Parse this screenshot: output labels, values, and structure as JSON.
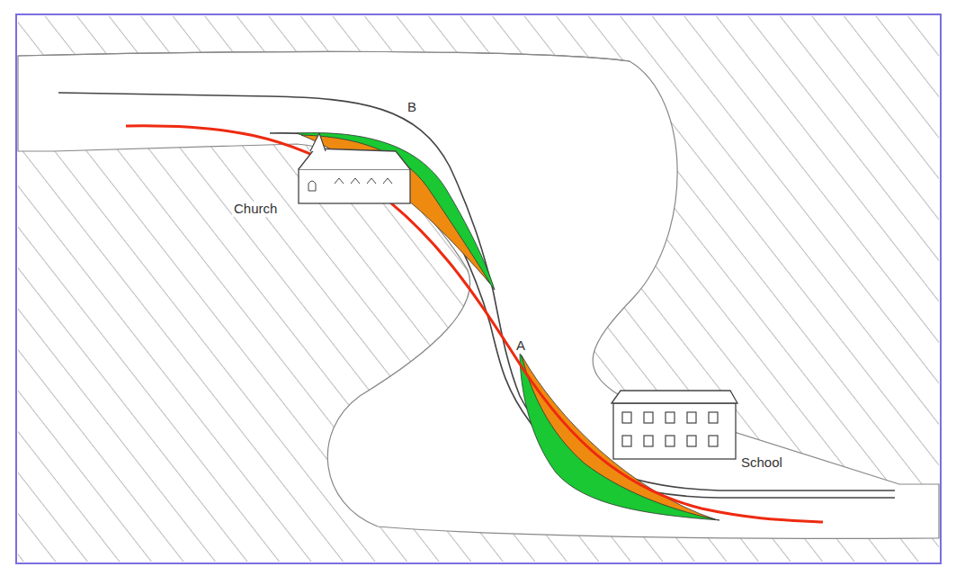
{
  "diagram": {
    "labels": [
      "B",
      "Church",
      "A",
      "School"
    ]
  }
}
